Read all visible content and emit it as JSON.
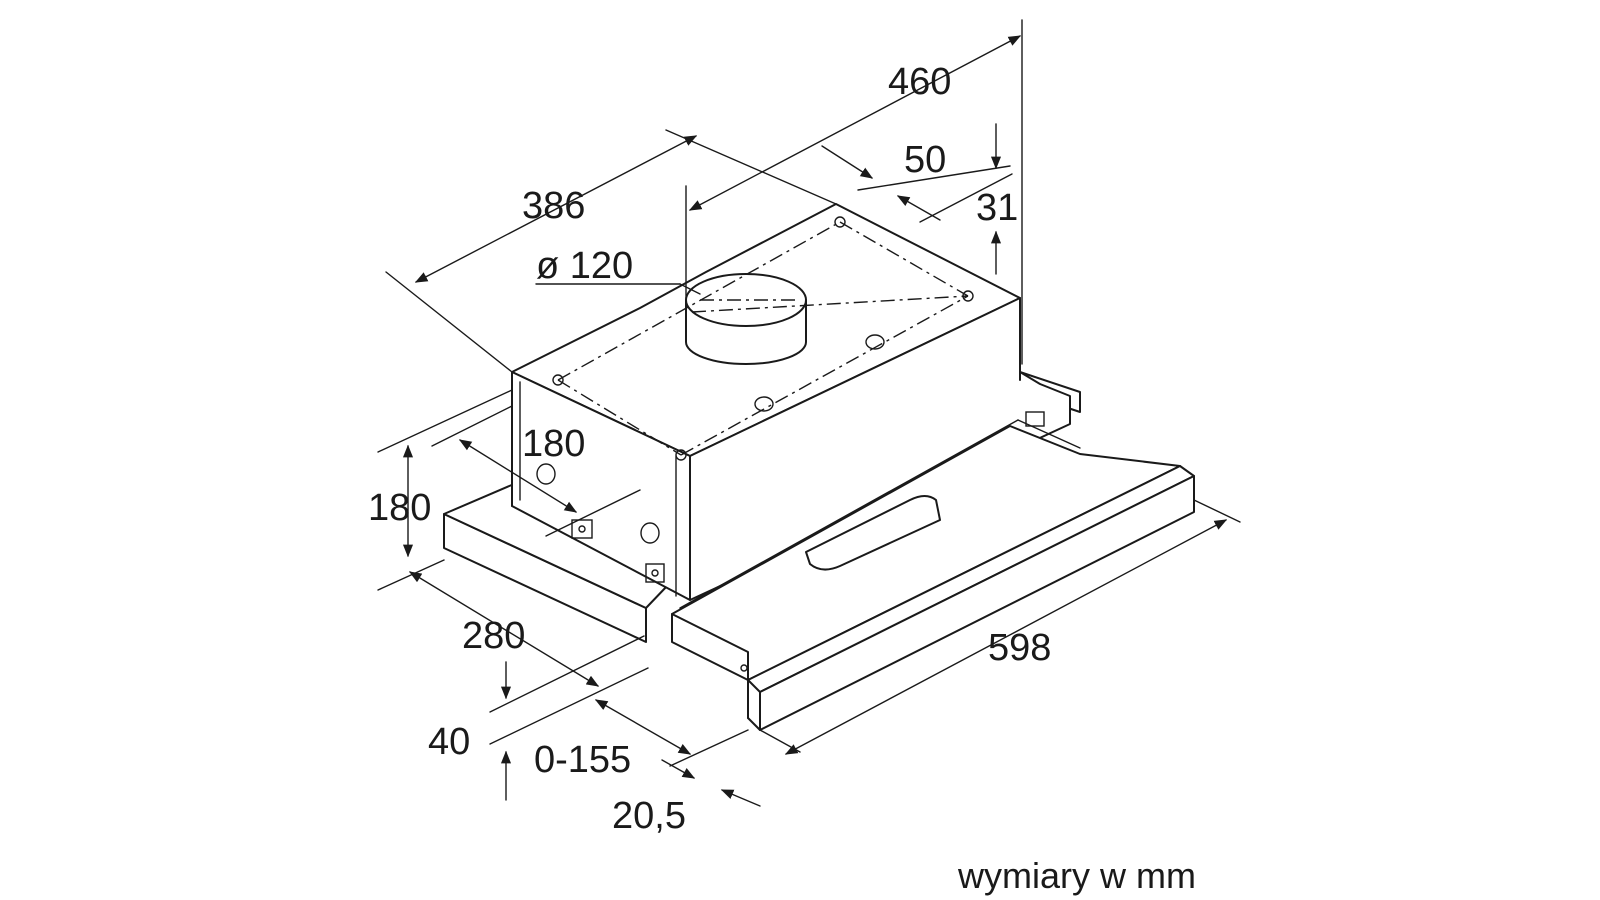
{
  "diagram": {
    "dimensions": {
      "width_top": "460",
      "depth": "386",
      "offset_50": "50",
      "offset_31": "31",
      "duct_diameter": "ø 120",
      "inner_180": "180",
      "height_180": "180",
      "depth_280": "280",
      "bottom_40": "40",
      "extension": "0-155",
      "front_20_5": "20,5",
      "width_total": "598"
    },
    "caption": "wymiary w mm"
  }
}
